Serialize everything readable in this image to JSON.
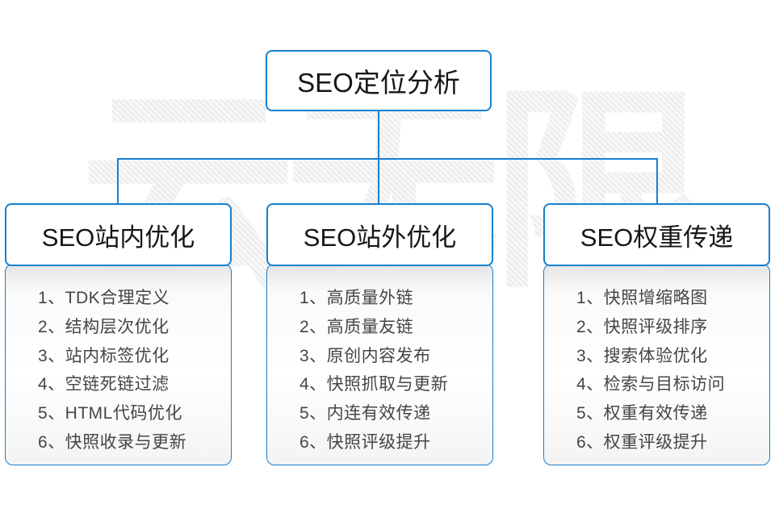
{
  "colors": {
    "accent": "#1680cf"
  },
  "watermark": {
    "text": "云无限"
  },
  "root": {
    "label": "SEO定位分析"
  },
  "columns": [
    {
      "header": "SEO站内优化",
      "items": [
        "1、TDK合理定义",
        "2、结构层次优化",
        "3、站内标签优化",
        "4、空链死链过滤",
        "5、HTML代码优化",
        "6、快照收录与更新"
      ]
    },
    {
      "header": "SEO站外优化",
      "items": [
        "1、高质量外链",
        "2、高质量友链",
        "3、原创内容发布",
        "4、快照抓取与更新",
        "5、内连有效传递",
        "6、快照评级提升"
      ]
    },
    {
      "header": "SEO权重传递",
      "items": [
        "1、快照增缩略图",
        "2、快照评级排序",
        "3、搜索体验优化",
        "4、检索与目标访问",
        "5、权重有效传递",
        "6、权重评级提升"
      ]
    }
  ]
}
